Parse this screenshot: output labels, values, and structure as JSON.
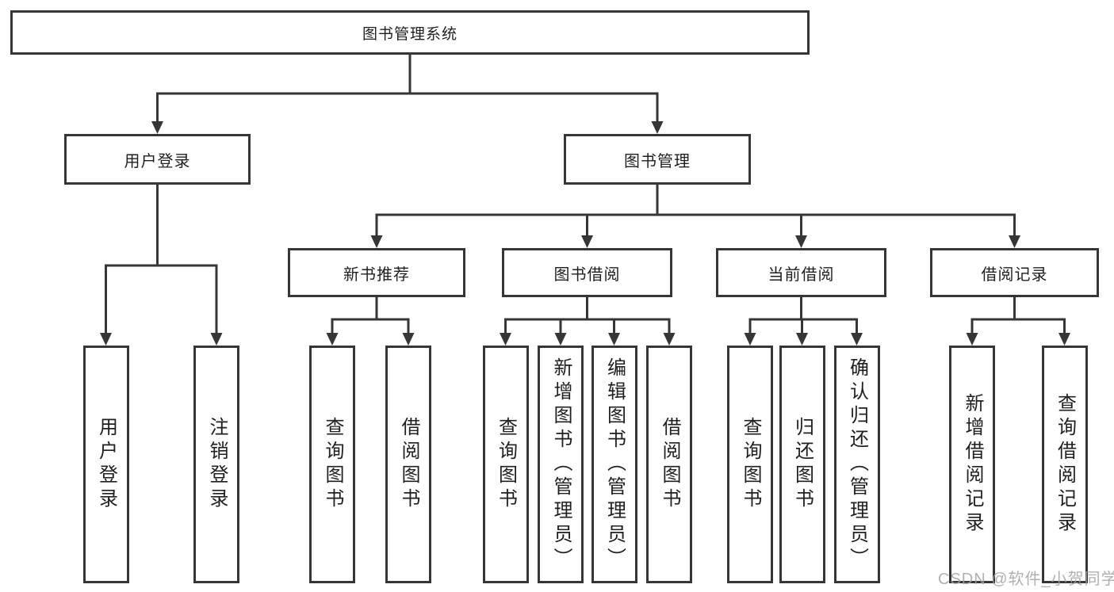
{
  "diagram": {
    "style": {
      "line_color": "#363636",
      "box_border_color": "#363636",
      "box_background": "#ffffff",
      "text_color": "#1f1f1f"
    },
    "tree": {
      "root": {
        "label": "图书管理系统"
      },
      "branches": [
        {
          "label": "用户登录",
          "children": [
            {
              "label": "用户登录"
            },
            {
              "label": "注销登录"
            }
          ]
        },
        {
          "label": "图书管理",
          "children": [
            {
              "label": "新书推荐",
              "children": [
                {
                  "label": "查询图书"
                },
                {
                  "label": "借阅图书"
                }
              ]
            },
            {
              "label": "图书借阅",
              "children": [
                {
                  "label": "查询图书"
                },
                {
                  "label": "新增图书（管理员）"
                },
                {
                  "label": "编辑图书（管理员）"
                },
                {
                  "label": "借阅图书"
                }
              ]
            },
            {
              "label": "当前借阅",
              "children": [
                {
                  "label": "查询图书"
                },
                {
                  "label": "归还图书"
                },
                {
                  "label": "确认归还（管理员）"
                }
              ]
            },
            {
              "label": "借阅记录",
              "children": [
                {
                  "label": "新增借阅记录"
                },
                {
                  "label": "查询借阅记录"
                }
              ]
            }
          ]
        }
      ]
    }
  },
  "watermark": {
    "text": "CSDN @软件_小贺同学",
    "color": "#a3a3a3"
  }
}
